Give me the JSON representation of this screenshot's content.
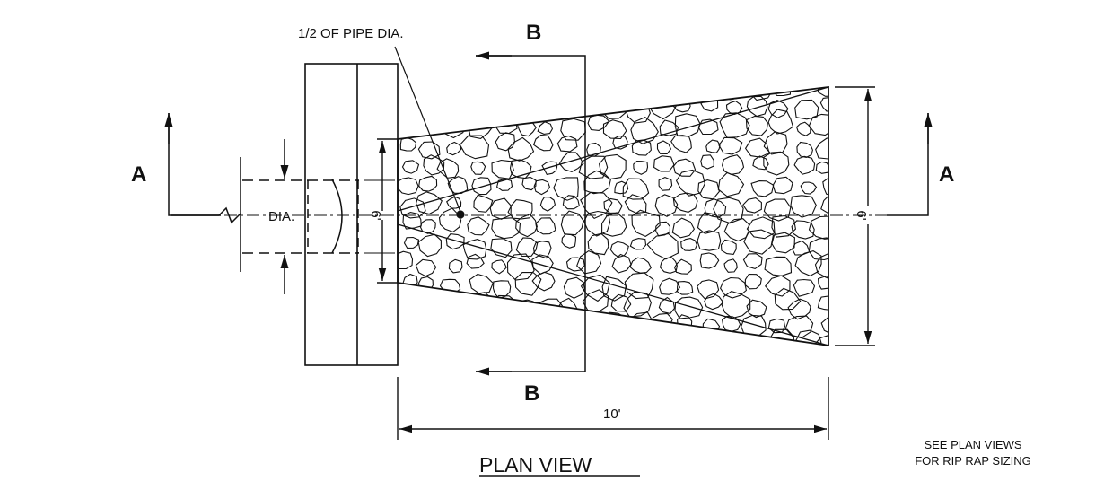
{
  "drawing": {
    "title": "PLAN VIEW",
    "note_line1": "SEE PLAN VIEWS",
    "note_line2": "FOR RIP RAP SIZING",
    "pipe_callout": "1/2 OF PIPE DIA.",
    "dia_label": "DIA.",
    "section_a_left": "A",
    "section_a_right": "A",
    "section_b_top": "B",
    "section_b_bottom": "B",
    "dim_length": "10'",
    "dim_width_left": "6'",
    "dim_width_right": "6'"
  },
  "colors": {
    "ink": "#111111",
    "background": "#ffffff"
  }
}
